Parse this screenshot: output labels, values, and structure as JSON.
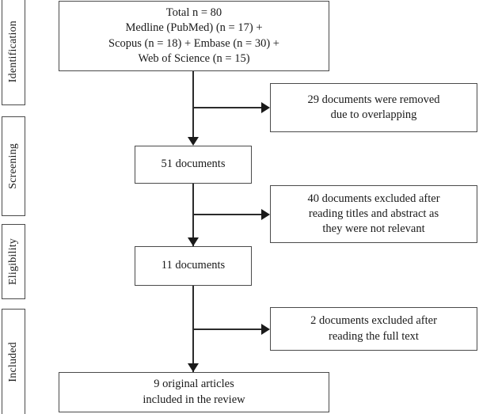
{
  "diagram": {
    "type": "prisma-flow-diagram",
    "colors": {
      "box_border": "#4a4a4a",
      "connector": "#2b2b2b",
      "text": "#1a1a1a",
      "background": "#ffffff"
    },
    "stages": [
      {
        "id": "identification",
        "label": "Identification"
      },
      {
        "id": "screening",
        "label": "Screening"
      },
      {
        "id": "eligibility",
        "label": "Eligibility"
      },
      {
        "id": "included",
        "label": "Included"
      }
    ],
    "main_nodes": [
      {
        "id": "records-identified",
        "text": "Total n = 80\nMedline (PubMed) (n = 17) +\nScopus (n = 18) + Embase (n = 30) +\nWeb of Science (n = 15)"
      },
      {
        "id": "records-after-duplicates",
        "text": "51 documents"
      },
      {
        "id": "records-after-title-abstract",
        "text": "11 documents"
      },
      {
        "id": "studies-included",
        "text": "9 original articles\nincluded in the review"
      }
    ],
    "exclusion_nodes": [
      {
        "id": "removed-overlapping",
        "text": "29 documents were removed\ndue to overlapping"
      },
      {
        "id": "excluded-not-relevant",
        "text": "40 documents excluded after\nreading titles and abstract as\nthey were not relevant"
      },
      {
        "id": "excluded-full-text",
        "text": "2 documents excluded after\nreading the full text"
      }
    ],
    "counts": {
      "total_identified": 80,
      "medline_pubmed": 17,
      "scopus": 18,
      "embase": 30,
      "web_of_science": 15,
      "removed_overlapping": 29,
      "after_deduplication": 51,
      "excluded_title_abstract": 40,
      "after_screening": 11,
      "excluded_full_text": 2,
      "included_final": 9
    }
  }
}
